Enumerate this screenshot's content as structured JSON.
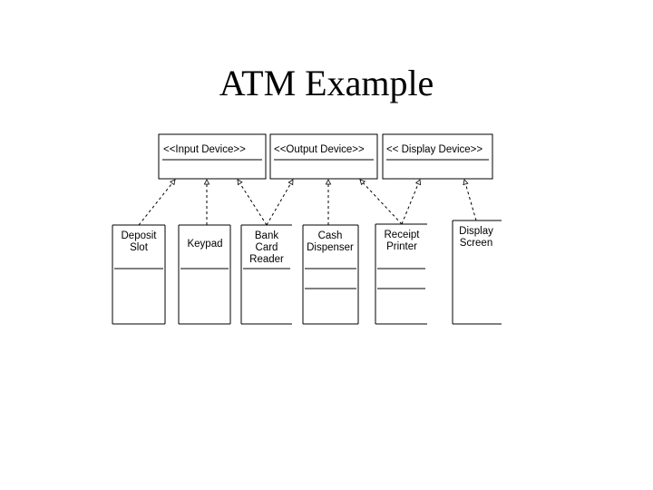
{
  "title": "ATM Example",
  "interfaces": [
    {
      "id": "input",
      "label": "<<Input Device>>"
    },
    {
      "id": "output",
      "label": "<<Output Device>>"
    },
    {
      "id": "display",
      "label": "<< Display Device>>"
    }
  ],
  "classes": [
    {
      "id": "deposit-slot",
      "lines": [
        "Deposit",
        "Slot"
      ]
    },
    {
      "id": "keypad",
      "lines": [
        "Keypad"
      ]
    },
    {
      "id": "bank-card-reader",
      "lines": [
        "Bank",
        "Card",
        "Reader"
      ]
    },
    {
      "id": "cash-dispenser",
      "lines": [
        "Cash",
        "Dispenser"
      ]
    },
    {
      "id": "receipt-printer",
      "lines": [
        "Receipt",
        "Printer"
      ]
    },
    {
      "id": "display-screen",
      "lines": [
        "Display",
        "Screen"
      ]
    }
  ],
  "realizations": [
    {
      "from": "deposit-slot",
      "to": "input"
    },
    {
      "from": "keypad",
      "to": "input"
    },
    {
      "from": "bank-card-reader",
      "to": "input"
    },
    {
      "from": "bank-card-reader",
      "to": "output"
    },
    {
      "from": "cash-dispenser",
      "to": "output"
    },
    {
      "from": "receipt-printer",
      "to": "output"
    },
    {
      "from": "receipt-printer",
      "to": "display"
    },
    {
      "from": "display-screen",
      "to": "display"
    }
  ]
}
